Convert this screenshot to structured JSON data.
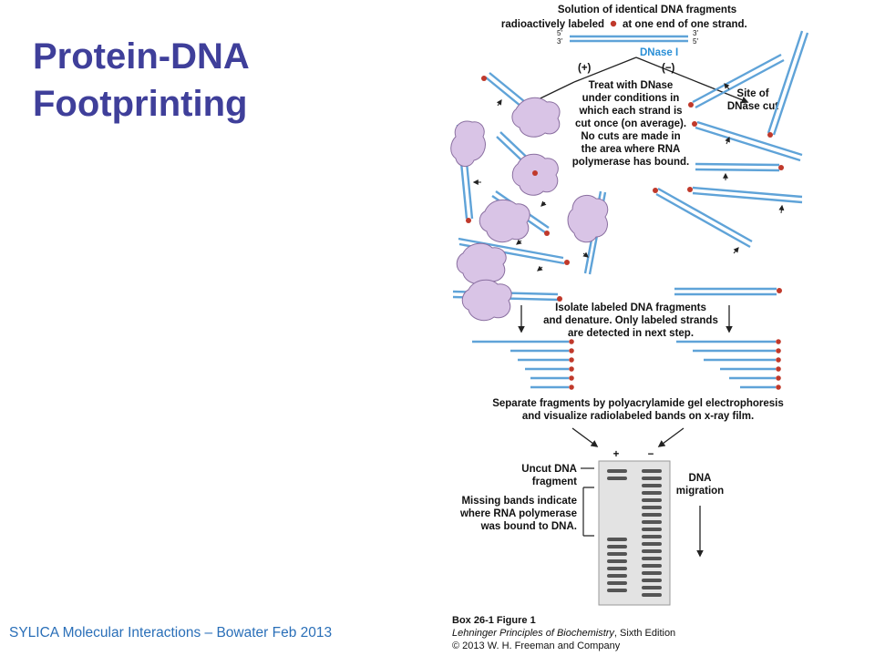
{
  "slide": {
    "title_line1": "Protein-DNA",
    "title_line2": "Footprinting",
    "footer": "SYLICA Molecular Interactions – Bowater Feb 2013"
  },
  "figure": {
    "top_line1": "Solution of identical DNA fragments",
    "top_line2a": "radioactively labeled",
    "top_line2b": "at one end of one strand.",
    "end_5_top": "5′",
    "end_3_bottom": "3′",
    "end_3_top": "3′",
    "end_5_bottom": "5′",
    "dnase": "DNase I",
    "plus_branch": "(+)",
    "minus_branch": "(−)",
    "treat_lines": [
      "Treat with DNase",
      "under conditions in",
      "which each strand is",
      "cut once (on average).",
      "No cuts are made in",
      "the area where RNA",
      "polymerase has bound."
    ],
    "site_lines": [
      "Site of",
      "DNase cut"
    ],
    "isolate_lines": [
      "Isolate labeled DNA fragments",
      "and denature.  Only labeled strands",
      "are detected in next step."
    ],
    "separate_lines": [
      "Separate fragments by polyacrylamide gel electrophoresis",
      "and visualize radiolabeled bands on x-ray film."
    ],
    "gel_plus": "+",
    "gel_minus": "−",
    "uncut_lines": [
      "Uncut DNA",
      "fragment"
    ],
    "missing_lines": [
      "Missing bands indicate",
      "where RNA polymerase",
      "was bound to DNA."
    ],
    "migration_lines": [
      "DNA",
      "migration"
    ],
    "caption_box": "Box 26-1 Figure 1",
    "caption_book": "Lehninger Principles of Biochemistry",
    "caption_edition": ", Sixth Edition",
    "caption_copyright": "© 2013 W. H. Freeman and Company"
  },
  "colors": {
    "title": "#3f3f9a",
    "footer": "#2a6fb8",
    "dna": "#5fa3d8",
    "protein": "#d9c4e6",
    "label_star": "#c0392b",
    "gel": "#e3e3e3",
    "band": "#555555"
  }
}
